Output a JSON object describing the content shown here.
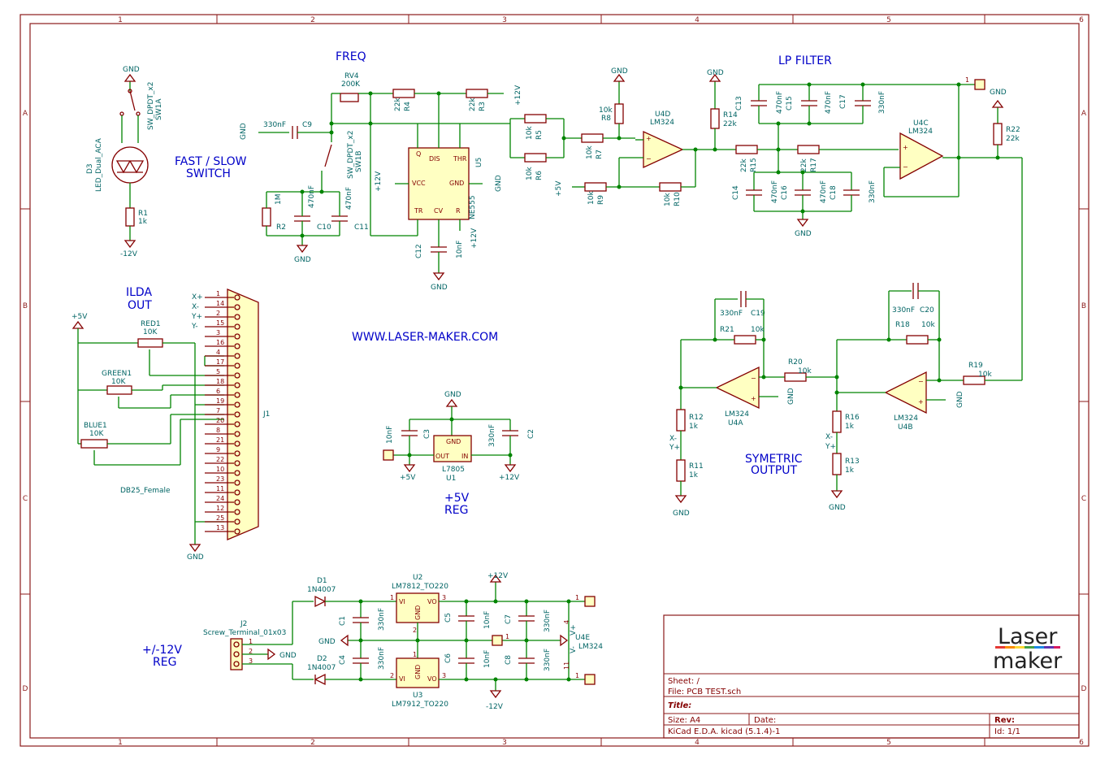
{
  "notes": {
    "freq": "FREQ",
    "lp_filter": "LP FILTER",
    "fast_slow_1": "FAST / SLOW",
    "fast_slow_2": "SWITCH",
    "ilda_1": "ILDA",
    "ilda_2": "OUT",
    "website": "WWW.LASER-MAKER.COM",
    "symetric_1": "SYMETRIC",
    "symetric_2": "OUTPUT",
    "reg5_1": "+5V",
    "reg5_2": "REG",
    "reg12_1": "+/-12V",
    "reg12_2": "REG"
  },
  "grid": {
    "cols": [
      "1",
      "2",
      "3",
      "4",
      "5",
      "6"
    ],
    "rows": [
      "A",
      "B",
      "C",
      "D"
    ]
  },
  "components": {
    "r1": {
      "ref": "R1",
      "val": "1k"
    },
    "d3": {
      "ref": "D3",
      "val": "LED_Dual_ACA"
    },
    "sw1a": {
      "ref": "SW1A",
      "val": "SW_DPDT_x2"
    },
    "sw1b": {
      "ref": "SW1B",
      "val": "SW_DPDT_x2"
    },
    "rv4": {
      "ref": "RV4",
      "val": "200K"
    },
    "r4": {
      "ref": "R4",
      "val": "22k"
    },
    "r3": {
      "ref": "R3",
      "val": "22k"
    },
    "c9": {
      "ref": "C9",
      "val": "330nF"
    },
    "r2": {
      "ref": "R2",
      "val": "1M"
    },
    "c10": {
      "ref": "C10",
      "val": "470nF"
    },
    "c11": {
      "ref": "C11",
      "val": "470nF"
    },
    "u5": {
      "ref": "U5",
      "val": "NE555"
    },
    "c12": {
      "ref": "C12",
      "val": "10nF"
    },
    "r5": {
      "ref": "R5",
      "val": "10k"
    },
    "r6": {
      "ref": "R6",
      "val": "10k"
    },
    "r7": {
      "ref": "R7",
      "val": "10k"
    },
    "r8": {
      "ref": "R8",
      "val": "10k"
    },
    "r9": {
      "ref": "R9",
      "val": "10k"
    },
    "r10": {
      "ref": "R10",
      "val": "10k"
    },
    "u4d": {
      "ref": "U4D",
      "val": "LM324"
    },
    "r14": {
      "ref": "R14",
      "val": "22k"
    },
    "r15": {
      "ref": "R15",
      "val": "22k"
    },
    "r17": {
      "ref": "R17",
      "val": "22k"
    },
    "c13": {
      "ref": "C13",
      "val": "470nF"
    },
    "c15": {
      "ref": "C15",
      "val": "470nF"
    },
    "c17": {
      "ref": "C17",
      "val": "330nF"
    },
    "c14": {
      "ref": "C14",
      "val": "470nF"
    },
    "c16": {
      "ref": "C16",
      "val": "470nF"
    },
    "c18": {
      "ref": "C18",
      "val": "330nF"
    },
    "u4c": {
      "ref": "U4C",
      "val": "LM324"
    },
    "r22": {
      "ref": "R22",
      "val": "22k"
    },
    "red1": {
      "ref": "RED1",
      "val": "10K"
    },
    "green1": {
      "ref": "GREEN1",
      "val": "10K"
    },
    "blue1": {
      "ref": "BLUE1",
      "val": "10K"
    },
    "j1": {
      "ref": "J1",
      "val": "DB25_Female"
    },
    "u1": {
      "ref": "U1",
      "val": "L7805"
    },
    "c3": {
      "ref": "C3",
      "val": "10nF"
    },
    "c2": {
      "ref": "C2",
      "val": "330nF"
    },
    "c19": {
      "ref": "C19",
      "val": "330nF"
    },
    "r21": {
      "ref": "R21",
      "val": "10k"
    },
    "u4a": {
      "ref": "U4A",
      "val": "LM324"
    },
    "r20": {
      "ref": "R20",
      "val": "10k"
    },
    "c20": {
      "ref": "C20",
      "val": "330nF"
    },
    "r18": {
      "ref": "R18",
      "val": "10k"
    },
    "u4b": {
      "ref": "U4B",
      "val": "LM324"
    },
    "r19": {
      "ref": "R19",
      "val": "10k"
    },
    "r12": {
      "ref": "R12",
      "val": "1k"
    },
    "r11": {
      "ref": "R11",
      "val": "1k"
    },
    "r16": {
      "ref": "R16",
      "val": "1k"
    },
    "r13": {
      "ref": "R13",
      "val": "1k"
    },
    "d1": {
      "ref": "D1",
      "val": "1N4007"
    },
    "d2": {
      "ref": "D2",
      "val": "1N4007"
    },
    "u2": {
      "ref": "U2",
      "val": "LM7812_TO220"
    },
    "u3": {
      "ref": "U3",
      "val": "LM7912_TO220"
    },
    "j2": {
      "ref": "J2",
      "val": "Screw_Terminal_01x03"
    },
    "c1": {
      "ref": "C1",
      "val": "330nF"
    },
    "c4": {
      "ref": "C4",
      "val": "330nF"
    },
    "c5": {
      "ref": "C5",
      "val": "10nF"
    },
    "c6": {
      "ref": "C6",
      "val": "10nF"
    },
    "c7": {
      "ref": "C7",
      "val": "330nF"
    },
    "c8": {
      "ref": "C8",
      "val": "330nF"
    },
    "u4e": {
      "ref": "U4E",
      "val": "LM324"
    }
  },
  "power": {
    "gnd": "GND",
    "p12": "+12V",
    "m12": "-12V",
    "p5": "+5V"
  },
  "ilda_pins": {
    "x_plus": "X+",
    "x_minus": "X-",
    "y_plus": "Y+",
    "y_minus": "Y-",
    "numbers": [
      "1",
      "14",
      "2",
      "15",
      "3",
      "16",
      "4",
      "17",
      "5",
      "18",
      "6",
      "19",
      "7",
      "20",
      "8",
      "21",
      "9",
      "22",
      "10",
      "23",
      "11",
      "24",
      "12",
      "25",
      "13"
    ]
  },
  "labels": {
    "x_minus": "X-",
    "y_plus": "Y+",
    "x_minus_b": "X-",
    "y_plus_b": "Y+",
    "v_plus": "V+",
    "v_minus": "V-"
  },
  "title_block": {
    "sheet": "Sheet: /",
    "file": "File: PCB TEST.sch",
    "title": "Title:",
    "size": "Size: A4",
    "date": "Date:",
    "rev": "Rev:",
    "tool": "KiCad E.D.A.  kicad (5.1.4)-1",
    "id": "Id: 1/1",
    "logo_1": "Laser",
    "logo_2": "maker"
  },
  "colors": {
    "frame": "#8b1a1a",
    "wire": "#008400",
    "component": "#840000",
    "text": "#006464",
    "note": "#0000c8"
  }
}
